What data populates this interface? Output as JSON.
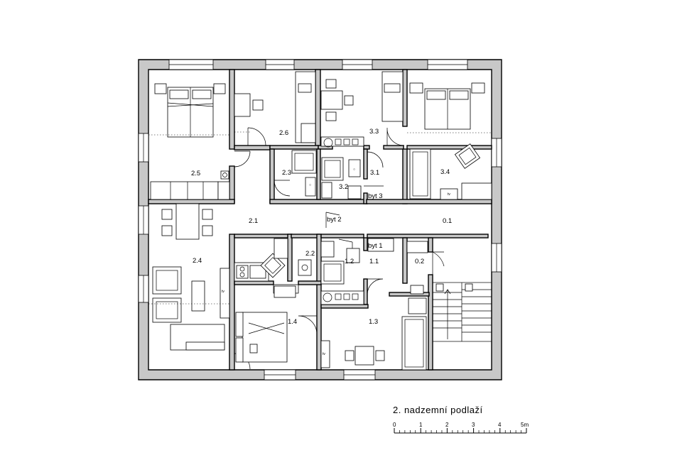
{
  "title": "2. nadzemní podlaží",
  "scale": {
    "ticks": [
      "0",
      "1",
      "2",
      "3",
      "4",
      "5m"
    ]
  },
  "rooms": {
    "r25": "2.5",
    "r26": "2.6",
    "r33": "3.3",
    "r34": "3.4",
    "r23": "2.3",
    "r31": "3.1",
    "r32": "3.2",
    "r21": "2.1",
    "r01": "0.1",
    "r24": "2.4",
    "r22": "2.2",
    "r12": "1.2",
    "r11": "1.1",
    "r02": "0.2",
    "r14": "1.4",
    "r13": "1.3"
  },
  "flats": {
    "byt1": "byt 1",
    "byt2": "byt 2",
    "byt3": "byt 3"
  },
  "tv": "tv"
}
